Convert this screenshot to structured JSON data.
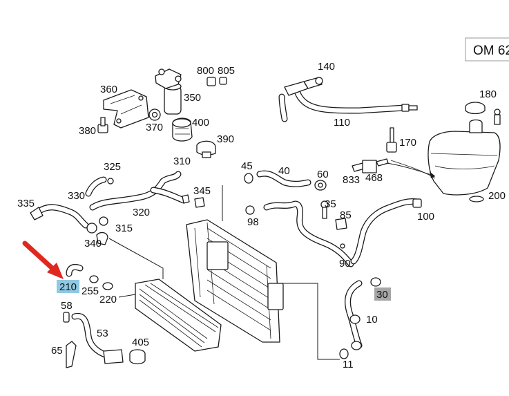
{
  "model_label": "OM 62",
  "colors": {
    "highlight": "#8fc9e2",
    "highlight_gray": "#a6a6a6",
    "arrow": "#e0281e",
    "ink": "#1a1a1a"
  },
  "callouts": [
    {
      "id": "360",
      "text": "360"
    },
    {
      "id": "800",
      "text": "800"
    },
    {
      "id": "805",
      "text": "805"
    },
    {
      "id": "350",
      "text": "350"
    },
    {
      "id": "380",
      "text": "380"
    },
    {
      "id": "370",
      "text": "370"
    },
    {
      "id": "400",
      "text": "400"
    },
    {
      "id": "390",
      "text": "390"
    },
    {
      "id": "140",
      "text": "140"
    },
    {
      "id": "110",
      "text": "110"
    },
    {
      "id": "180",
      "text": "180"
    },
    {
      "id": "170",
      "text": "170"
    },
    {
      "id": "833",
      "text": "833"
    },
    {
      "id": "468",
      "text": "468"
    },
    {
      "id": "200",
      "text": "200"
    },
    {
      "id": "325",
      "text": "325"
    },
    {
      "id": "310",
      "text": "310"
    },
    {
      "id": "330",
      "text": "330"
    },
    {
      "id": "345",
      "text": "345"
    },
    {
      "id": "335",
      "text": "335"
    },
    {
      "id": "320",
      "text": "320"
    },
    {
      "id": "315",
      "text": "315"
    },
    {
      "id": "340",
      "text": "340"
    },
    {
      "id": "45",
      "text": "45"
    },
    {
      "id": "40",
      "text": "40"
    },
    {
      "id": "60",
      "text": "60"
    },
    {
      "id": "35",
      "text": "35"
    },
    {
      "id": "85",
      "text": "85"
    },
    {
      "id": "98",
      "text": "98"
    },
    {
      "id": "100",
      "text": "100"
    },
    {
      "id": "90",
      "text": "90"
    },
    {
      "id": "210",
      "text": "210",
      "highlight": "blue"
    },
    {
      "id": "255",
      "text": "255"
    },
    {
      "id": "220",
      "text": "220"
    },
    {
      "id": "30",
      "text": "30",
      "highlight": "gray"
    },
    {
      "id": "10",
      "text": "10"
    },
    {
      "id": "58",
      "text": "58"
    },
    {
      "id": "53",
      "text": "53"
    },
    {
      "id": "405",
      "text": "405"
    },
    {
      "id": "65",
      "text": "65"
    },
    {
      "id": "11",
      "text": "11"
    }
  ]
}
